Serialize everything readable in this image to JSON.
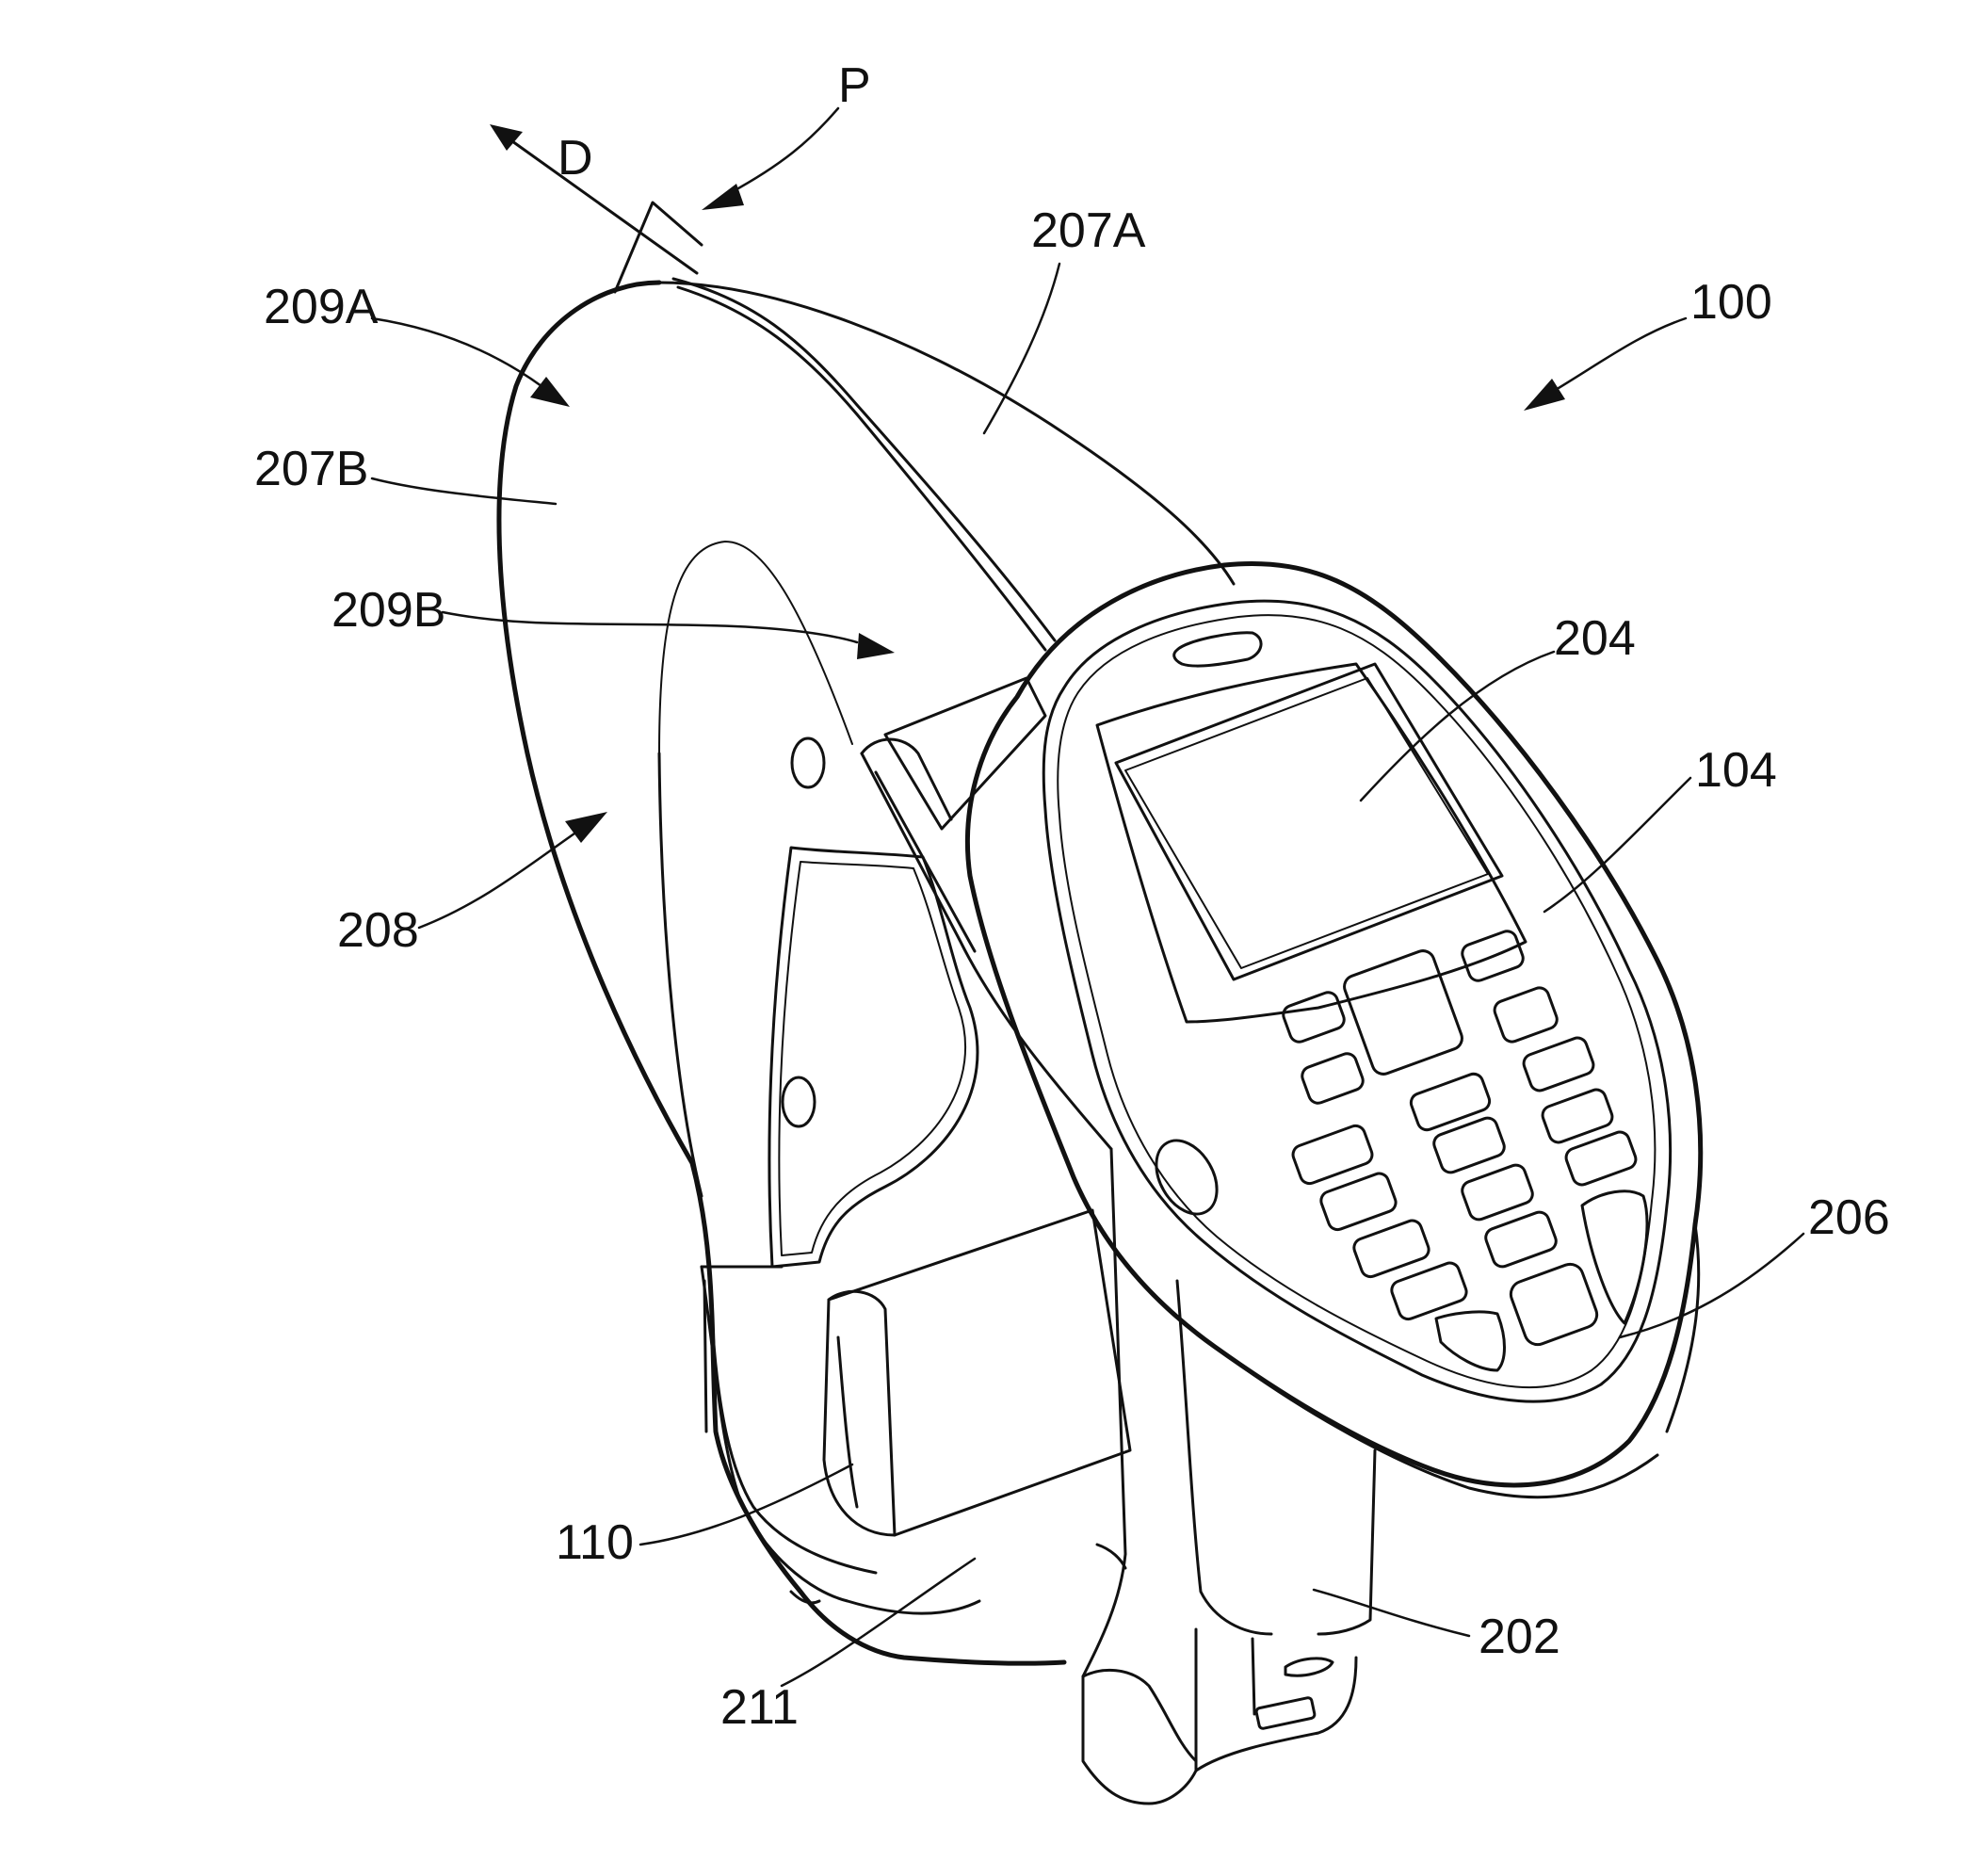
{
  "figure": {
    "labels": {
      "P": "P",
      "D": "D",
      "l207A": "207A",
      "l209A": "209A",
      "l100": "100",
      "l207B": "207B",
      "l209B": "209B",
      "l204": "204",
      "l104": "104",
      "l208": "208",
      "l206": "206",
      "l110": "110",
      "l202": "202",
      "l211": "211"
    }
  },
  "colors": {
    "ink": "#111111",
    "paper": "#ffffff"
  }
}
